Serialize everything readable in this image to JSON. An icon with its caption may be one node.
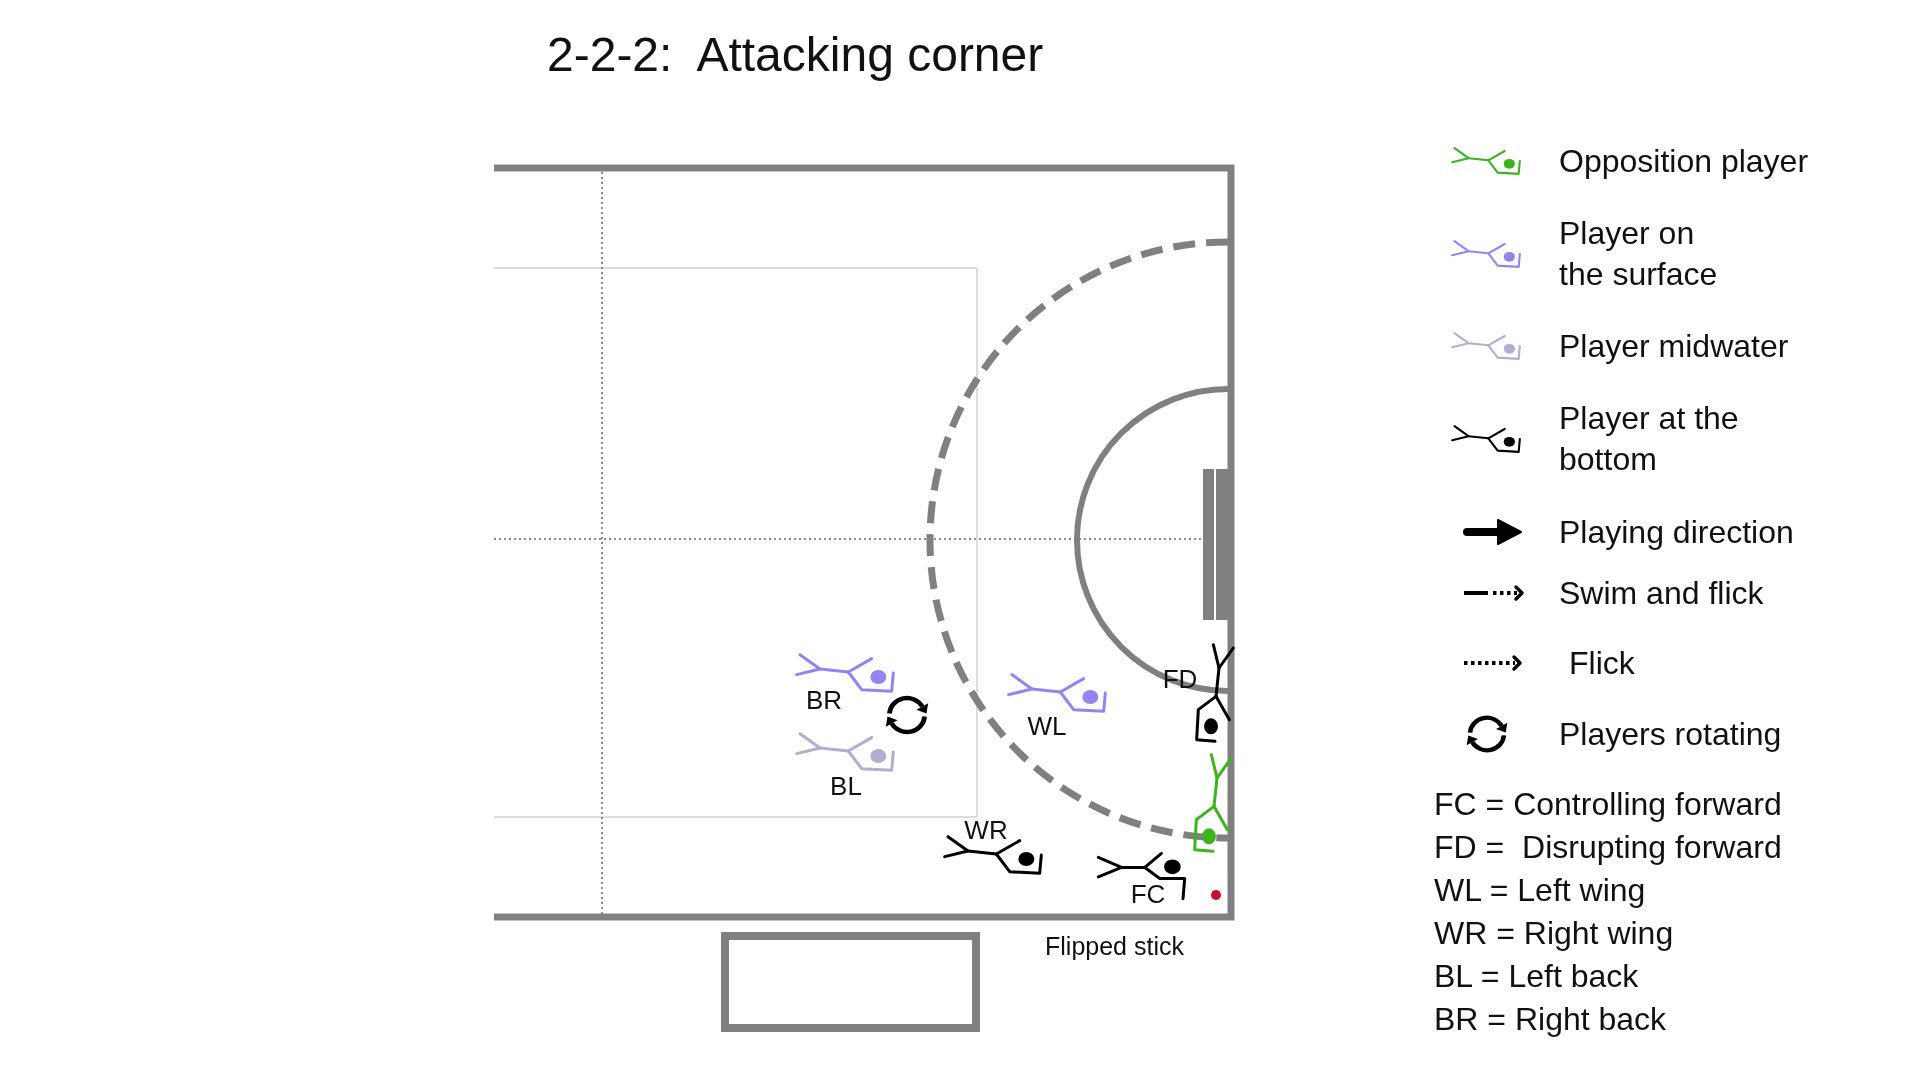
{
  "diagram": {
    "title": "2-2-2:  Attacking corner",
    "labels": [
      "BR",
      "WL",
      "FD",
      "BL",
      "WR",
      "FC",
      "Flipped stick",
      "FC = Controlling forward",
      "FD =  Disrupting forward",
      "WL = Left wing",
      "WR = Right wing",
      "BL = Left back",
      "BR = Right back"
    ],
    "legend": [
      {
        "text": "Opposition player"
      },
      {
        "text": "Player on the surface"
      },
      {
        "text": "Player midwater"
      },
      {
        "text": "Player at the bottom"
      },
      {
        "text": "Playing direction"
      },
      {
        "text": "Swim and flick"
      },
      {
        "text": "Flick"
      },
      {
        "text": "Players rotating"
      }
    ]
  }
}
